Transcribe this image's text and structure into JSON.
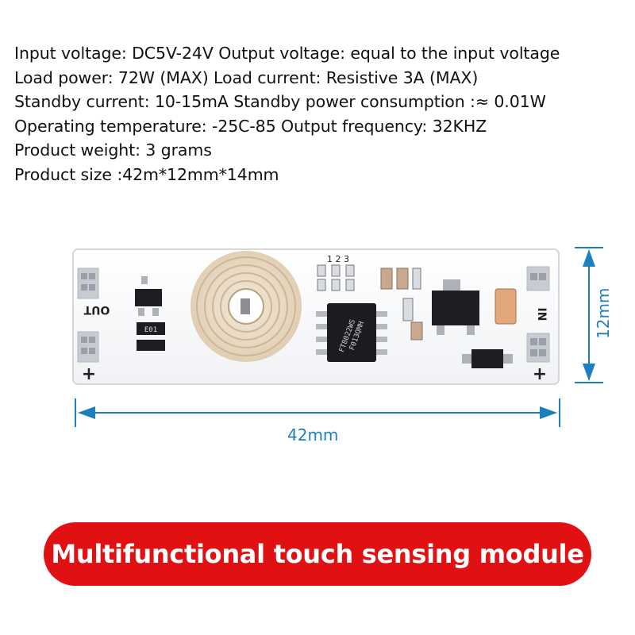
{
  "specs": [
    "Input voltage: DC5V-24V Output voltage: equal to the input voltage",
    "Load power: 72W (MAX) Load current: Resistive 3A (MAX)",
    "Standby current: 10-15mA Standby power consumption :≈ 0.01W",
    "Operating temperature: -25C-85 Output frequency: 32KHZ",
    "Product weight: 3 grams",
    "Product size :42m*12mm*14mm"
  ],
  "board": {
    "out_label": "OUT",
    "in_label": "IN",
    "plus": "+",
    "resistor_label": "E01",
    "ic_line1": "FT8022WS",
    "ic_line2": "F013QMH",
    "pin_marks": "1 2 3"
  },
  "dimensions": {
    "width_label": "42mm",
    "height_label": "12mm"
  },
  "colors": {
    "dimension": "#1d7fc0",
    "banner": "#e11012"
  },
  "banner": {
    "text": "Multifunctional touch sensing module"
  }
}
